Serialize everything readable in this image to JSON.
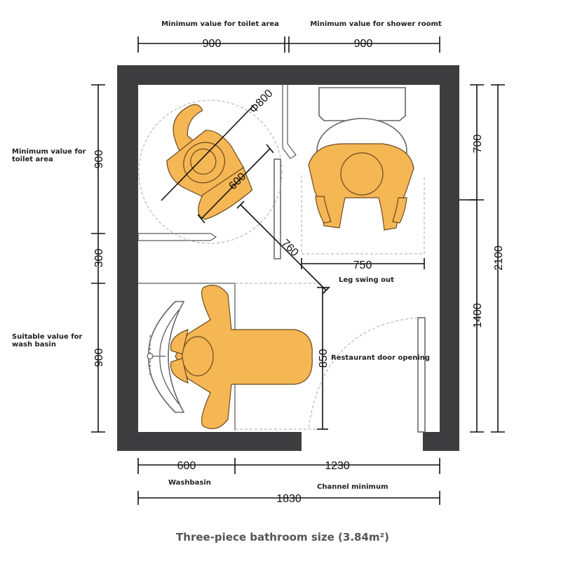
{
  "dimensions": {
    "top_toilet": "900",
    "top_shower": "900",
    "left_toilet": "900",
    "left_gap": "300",
    "left_basin": "900",
    "right_upper": "700",
    "right_lower": "1400",
    "right_total": "2100",
    "circle": "Φ800",
    "diag_600": "600",
    "diag_760": "760",
    "shower_width": "750",
    "basin_depth": "850",
    "bottom_basin": "600",
    "bottom_channel": "1230",
    "bottom_total": "1830"
  },
  "labels": {
    "toilet_area_top": "Minimum value for toilet area",
    "shower_room_top": "Minimum value for shower roomt",
    "toilet_area_left_line1": "Minimum value for",
    "toilet_area_left_line2": "toilet area",
    "wash_basin_line1": "Suitable value for",
    "wash_basin_line2": "wash basin",
    "leg_swing": "Leg swing out",
    "door_opening": "Restaurant door opening",
    "washbasin": "Washbasin",
    "channel_minimum": "Channel minimum"
  },
  "caption": "Three-piece bathroom size (3.84m²)",
  "colors": {
    "wall": "#3d3d3f",
    "person": "#f5b654",
    "person_outline": "#6b4a1e"
  }
}
